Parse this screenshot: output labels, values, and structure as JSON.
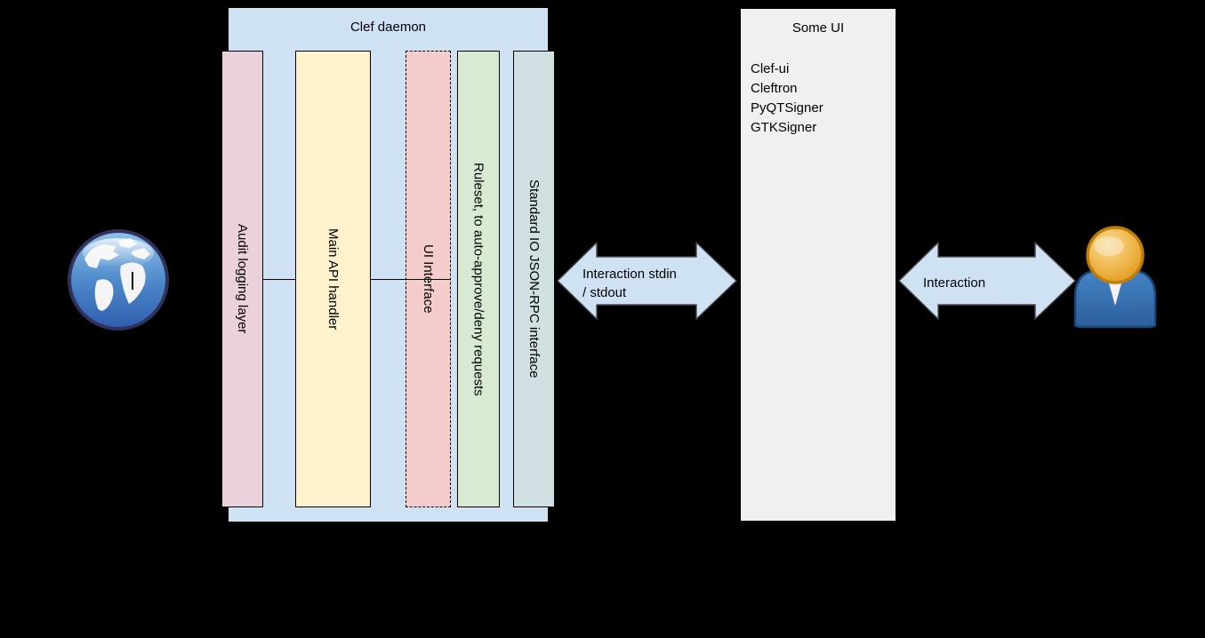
{
  "diagram": {
    "background_color": "#000000",
    "clef_daemon": {
      "title": "Clef daemon",
      "fill_color": "#cfe2f3",
      "layers": [
        {
          "label": "Audit logging layer",
          "fill_color": "#ead1dc",
          "border_style": "solid"
        },
        {
          "label": "Main API handler",
          "fill_color": "#fff2cc",
          "border_style": "solid"
        },
        {
          "label": "UI Interface",
          "fill_color": "#f4cccc",
          "border_style": "dashed"
        },
        {
          "label": "Ruleset, to auto-approve/deny requests",
          "fill_color": "#d9ead3",
          "border_style": "solid"
        },
        {
          "label": "Standard IO JSON-RPC interface",
          "fill_color": "#d0e0e3",
          "border_style": "solid"
        }
      ]
    },
    "some_ui": {
      "title": "Some UI",
      "fill_color": "#f0f0f0",
      "items": [
        "Clef-ui",
        "Cleftron",
        "PyQTSigner",
        "GTKSigner"
      ]
    },
    "arrows": {
      "stdio_arrow": {
        "label_line1": "Interaction stdin",
        "label_line2": "/ stdout",
        "fill_color": "#cfe2f3"
      },
      "user_arrow": {
        "label": "Interaction",
        "fill_color": "#cfe2f3"
      }
    },
    "icons": {
      "left": "globe-icon",
      "right": "user-icon"
    }
  }
}
